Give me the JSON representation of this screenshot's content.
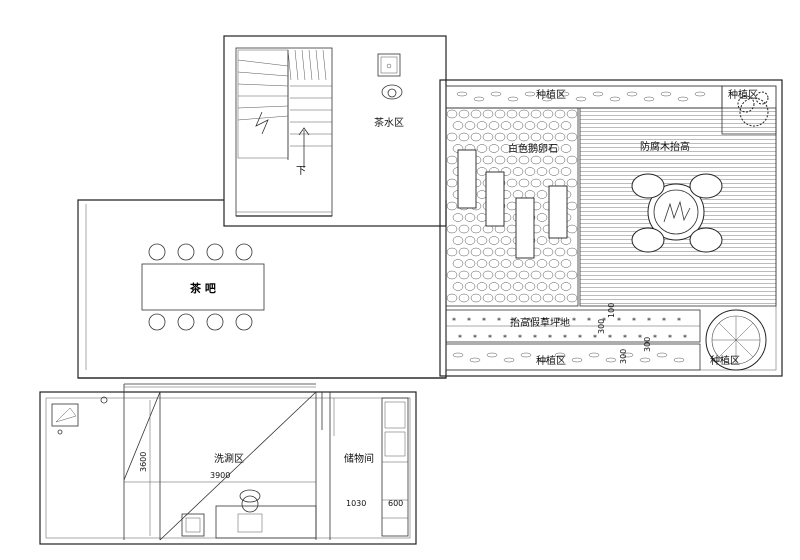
{
  "rooms": {
    "tea_water": "茶水区",
    "down_arrow": "下",
    "tea_bar": "茶 吧",
    "white_pebbles": "白色鹅卵石",
    "raised_deck": "防腐木抬高",
    "planting_top": "种植区",
    "planting_top_right": "种植区",
    "raised_lawn": "抬高假草坪地",
    "planting_bottom": "种植区",
    "planting_bottom_right": "种植区",
    "wash": "洗涮区",
    "storage": "储物间"
  },
  "dimensions": {
    "wash_height": "3600",
    "wash_width": "3900",
    "storage_width_a": "1030",
    "storage_width_b": "600",
    "lawn_a": "100",
    "lawn_b": "300",
    "lawn_c": "300",
    "lawn_d": "300"
  },
  "colors": {
    "line": "#222222",
    "background": "#ffffff"
  }
}
